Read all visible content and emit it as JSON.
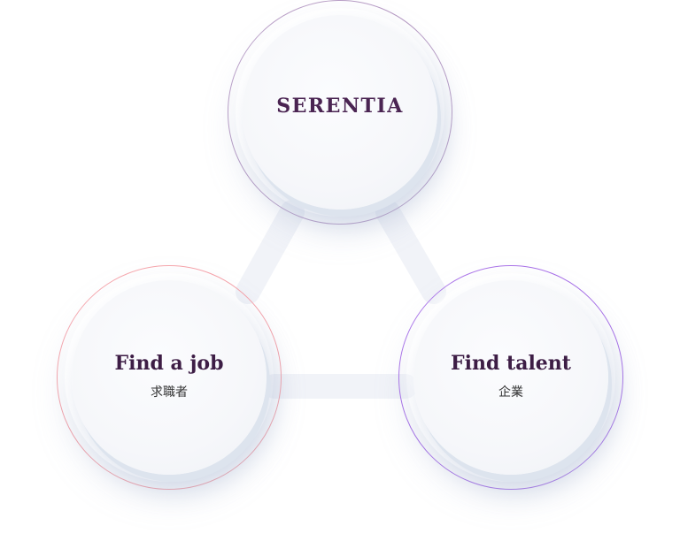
{
  "brand": {
    "name": "SERENTIA"
  },
  "nodes": [
    {
      "title": "Find a job",
      "subtitle": "求職者"
    },
    {
      "title": "Find talent",
      "subtitle": "企業"
    }
  ],
  "colors": {
    "brand_ring": "#b69ac4",
    "job_ring": "#f6a1a8",
    "talent_ring": "#a66ce8",
    "text_primary": "#3d1d45",
    "connector": "#f1f3f8"
  }
}
